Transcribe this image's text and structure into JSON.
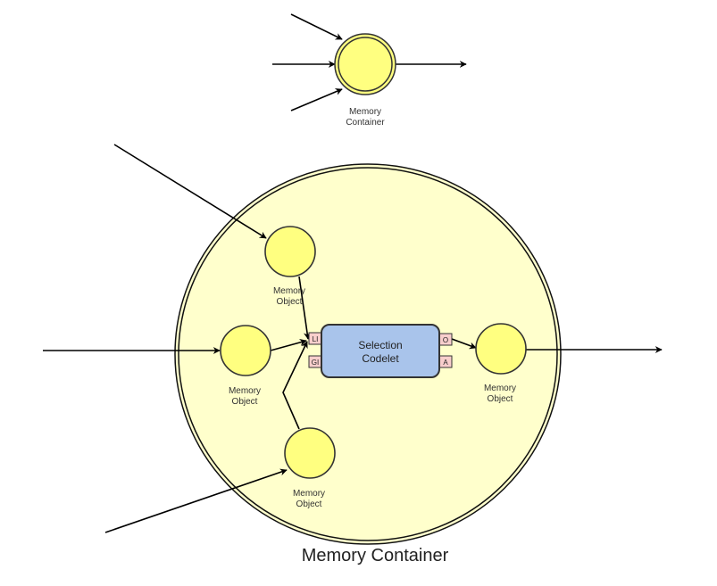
{
  "colors": {
    "container_fill": "#ffffcc",
    "object_fill": "#ffff80",
    "codelet_fill": "#a9c4eb",
    "port_fill": "#f8cecc",
    "stroke": "#333333"
  },
  "legend_symbol": {
    "label_line1": "Memory",
    "label_line2": "Container"
  },
  "container": {
    "caption": "Memory Container"
  },
  "objects": [
    {
      "line1": "Memory",
      "line2": "Object"
    },
    {
      "line1": "Memory",
      "line2": "Object"
    },
    {
      "line1": "Memory",
      "line2": "Object"
    },
    {
      "line1": "Memory",
      "line2": "Object"
    }
  ],
  "codelet": {
    "line1": "Selection",
    "line2": "Codelet",
    "ports": {
      "li": "LI",
      "gi": "GI",
      "o": "O",
      "a": "A"
    }
  }
}
